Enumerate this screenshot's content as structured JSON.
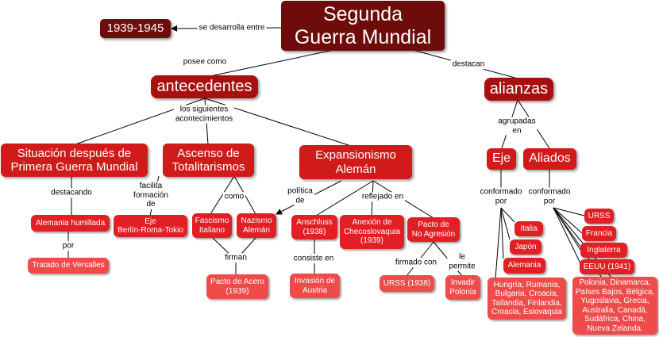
{
  "nodes": {
    "main": "Segunda\nGuerra Mundial",
    "year": "1939-1945",
    "antecedentes": "antecedentes",
    "alianzas": "alianzas",
    "situacion": "Situación después de\nPrimera Guerra Mundial",
    "ascenso": "Ascenso de\nTotalitarismos",
    "expansionismo": "Expansionismo\nAlemán",
    "eje": "Eje",
    "aliados": "Aliados",
    "alemania_humillada": "Alemania humillada",
    "tratado": "Tratado de Versalles",
    "eje_berlin": "Eje\nBerlín-Roma-Tokio",
    "fascismo": "Fascismo\nItaliano",
    "nazismo": "Nazismo\nAlemán",
    "pacto_acero": "Pacto de Acero\n(1939)",
    "anschluss": "Anschluss\n(1938)",
    "invasion_austria": "Invasión de\nAustria",
    "anexion": "Anexión de\nChecoslovaquia\n(1939)",
    "pacto_no_agresion": "Pacto de\nNo Agresión",
    "urss_1938": "URSS (1938)",
    "invadir_polonia": "Invadir\nPolonia",
    "italia": "Italia",
    "japon": "Japón",
    "alemania": "Alemania",
    "eje_otros": "Hungría, Rumania,\nBulgaria, Croacia,\nTailandia, Finlandia,\nCroacia, Eslovaquia",
    "urss": "URSS",
    "francia": "Francia",
    "inglaterra": "Inglaterra",
    "eeuu": "EEUU (1941)",
    "aliados_otros": "Polonia, Dinamarca,\nPaíses Bajos, Bélgica,\nYugoslavia, Grecia,\nAustralia, Canadá,\nSudáfrica, China,\nNueva Zelanda."
  },
  "links": {
    "se_desarrolla": "se desarrolla entre",
    "posee_como": "posee como",
    "destacan": "destacan",
    "siguientes": "los siguientes\nacontecimientos",
    "agrupadas": "agrupadas\nen",
    "destacando": "destacando",
    "por": "por",
    "facilita": "facilita\nformación\nde",
    "como": "como",
    "firman": "firman",
    "politica": "política\nde",
    "reflejado": "reflejado en",
    "consiste": "consiste en",
    "firmado": "firmado con",
    "le_permite": "le\npermite",
    "conformado_eje": "conformado\npor",
    "conformado_aliados": "conformado\npor"
  },
  "colors": {
    "level0": "#6e0c0c",
    "level1": "#a80f0f",
    "level2": "#d11a1a",
    "level3": "#e21f24",
    "level4": "#ef4b4b"
  }
}
